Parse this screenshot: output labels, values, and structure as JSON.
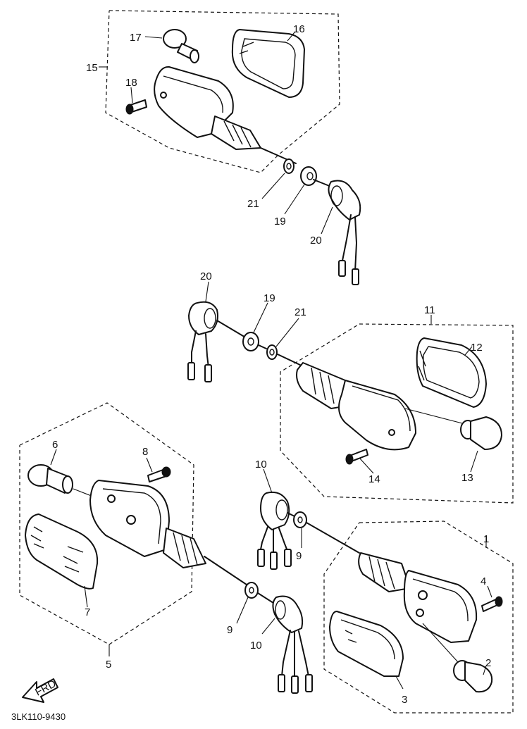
{
  "diagram": {
    "code": "3LK110-9430",
    "front_label": "FRD",
    "assemblies": [
      {
        "id": "rear-right",
        "callout": "15",
        "parts": [
          {
            "callout": "16",
            "part": "lens"
          },
          {
            "callout": "17",
            "part": "bulb"
          },
          {
            "callout": "18",
            "part": "screw"
          },
          {
            "callout": "21",
            "part": "washer"
          },
          {
            "callout": "19",
            "part": "nut"
          },
          {
            "callout": "20",
            "part": "grommet"
          }
        ]
      },
      {
        "id": "rear-left",
        "callout": "11",
        "parts": [
          {
            "callout": "20",
            "part": "grommet"
          },
          {
            "callout": "19",
            "part": "nut"
          },
          {
            "callout": "21",
            "part": "washer"
          },
          {
            "callout": "12",
            "part": "lens"
          },
          {
            "callout": "14",
            "part": "screw"
          },
          {
            "callout": "13",
            "part": "bulb"
          }
        ]
      },
      {
        "id": "front-right",
        "callout": "5",
        "parts": [
          {
            "callout": "6",
            "part": "bulb"
          },
          {
            "callout": "8",
            "part": "screw"
          },
          {
            "callout": "7",
            "part": "lens"
          },
          {
            "callout": "9",
            "part": "nut"
          },
          {
            "callout": "10",
            "part": "grommet"
          }
        ]
      },
      {
        "id": "front-left",
        "callout": "1",
        "parts": [
          {
            "callout": "10",
            "part": "grommet"
          },
          {
            "callout": "9",
            "part": "nut"
          },
          {
            "callout": "4",
            "part": "screw"
          },
          {
            "callout": "2",
            "part": "bulb"
          },
          {
            "callout": "3",
            "part": "lens"
          }
        ]
      }
    ]
  }
}
